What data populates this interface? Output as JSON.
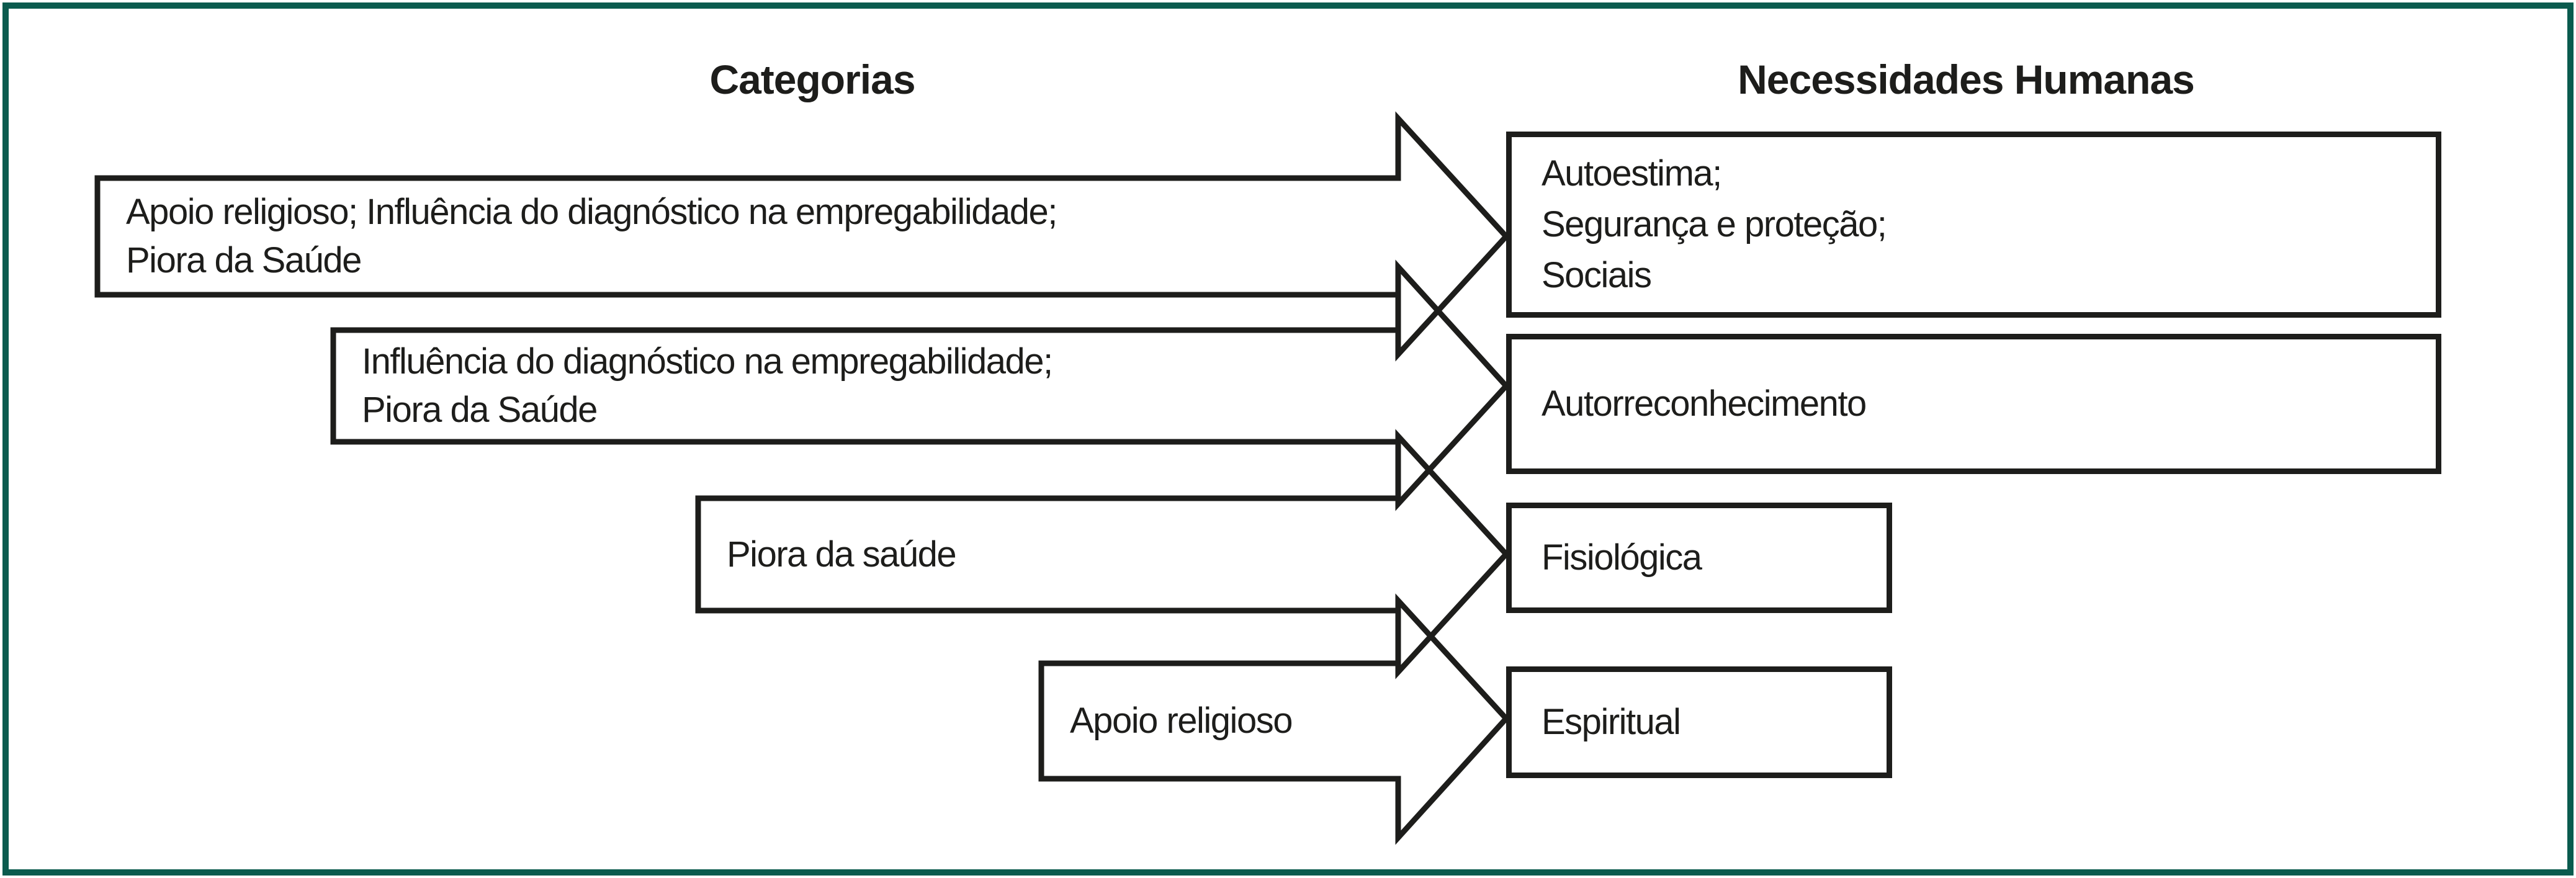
{
  "figure": {
    "left_header": "Categorias",
    "right_header": "Necessidades Humanas"
  },
  "mappings": [
    {
      "category": {
        "lines": [
          "Apoio religioso; Influência do diagnóstico na empregabilidade;",
          "Piora da Saúde"
        ]
      },
      "need": {
        "lines": [
          "Autoestima;",
          "Segurança e proteção;",
          "Sociais"
        ]
      }
    },
    {
      "category": {
        "lines": [
          "Influência do diagnóstico na empregabilidade;",
          "Piora da Saúde"
        ]
      },
      "need": {
        "lines": [
          "Autorreconhecimento"
        ]
      }
    },
    {
      "category": {
        "lines": [
          "Piora da saúde"
        ]
      },
      "need": {
        "lines": [
          "Fisiológica"
        ]
      }
    },
    {
      "category": {
        "lines": [
          "Apoio religioso"
        ]
      },
      "need": {
        "lines": [
          "Espiritual"
        ]
      }
    }
  ],
  "colors": {
    "ink": "#1d1d1b",
    "frame_border": "#0b5b4e",
    "background": "#ffffff"
  }
}
